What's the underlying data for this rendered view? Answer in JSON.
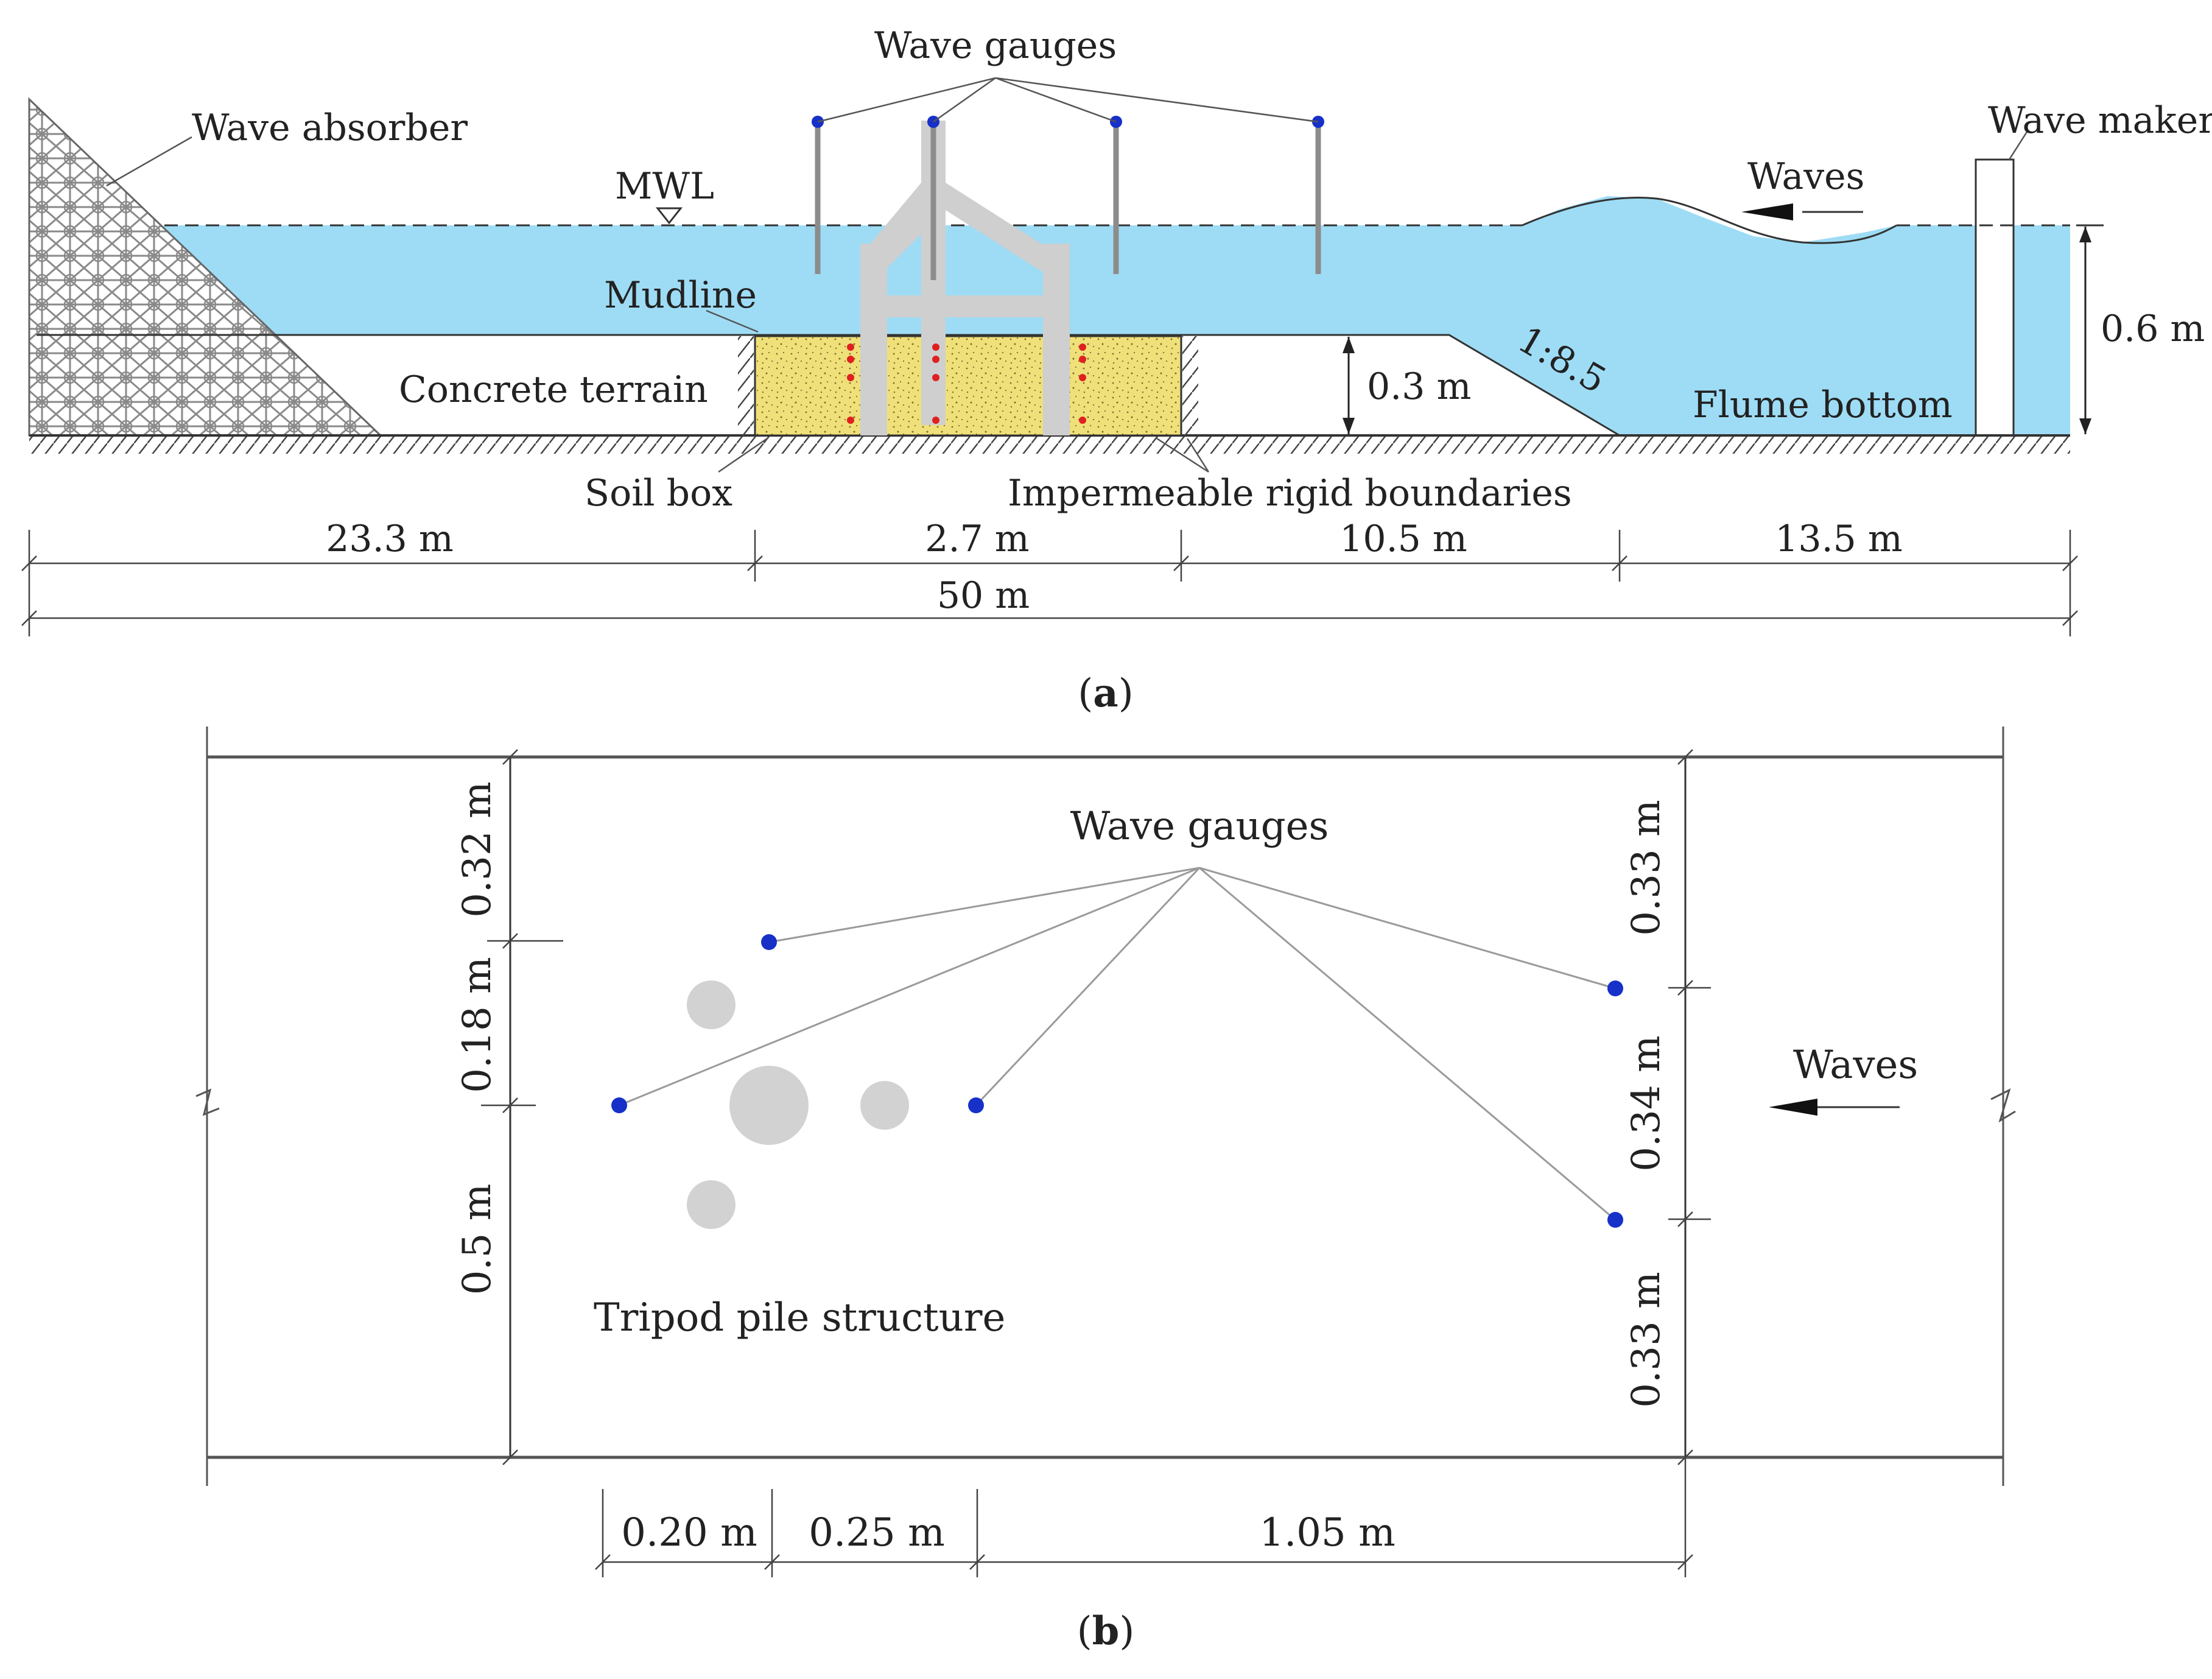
{
  "panel_a": {
    "labels": {
      "wave_gauges": "Wave gauges",
      "wave_absorber": "Wave absorber",
      "wave_maker": "Wave maker",
      "mwl": "MWL",
      "waves": "Waves",
      "mudline": "Mudline",
      "concrete_terrain": "Concrete terrain",
      "slope": "1:8.5",
      "flume_bottom": "Flume bottom",
      "soil_box": "Soil box",
      "impermeable": "Impermeable rigid boundaries",
      "depth_03": "0.3 m",
      "depth_06": "0.6 m"
    },
    "dimensions": {
      "seg1": "23.3 m",
      "seg2": "2.7 m",
      "seg3": "10.5 m",
      "seg4": "13.5 m",
      "total": "50 m"
    },
    "caption_letter": "a"
  },
  "panel_b": {
    "labels": {
      "wave_gauges": "Wave gauges",
      "waves": "Waves",
      "tripod": "Tripod pile structure"
    },
    "left_dims": {
      "top": "0.32 m",
      "mid": "0.18 m",
      "bottom": "0.5 m"
    },
    "right_dims": {
      "top": "0.33 m",
      "mid": "0.34 m",
      "bottom": "0.33 m"
    },
    "bottom_dims": {
      "d1": "0.20 m",
      "d2": "0.25 m",
      "d3": "1.05 m"
    },
    "caption_letter": "b"
  },
  "colors": {
    "water": "#9edcf5",
    "soil": "#efe07a",
    "structure": "#cfcfcf",
    "gauge": "#1630c8",
    "sensor": "#e02020"
  }
}
